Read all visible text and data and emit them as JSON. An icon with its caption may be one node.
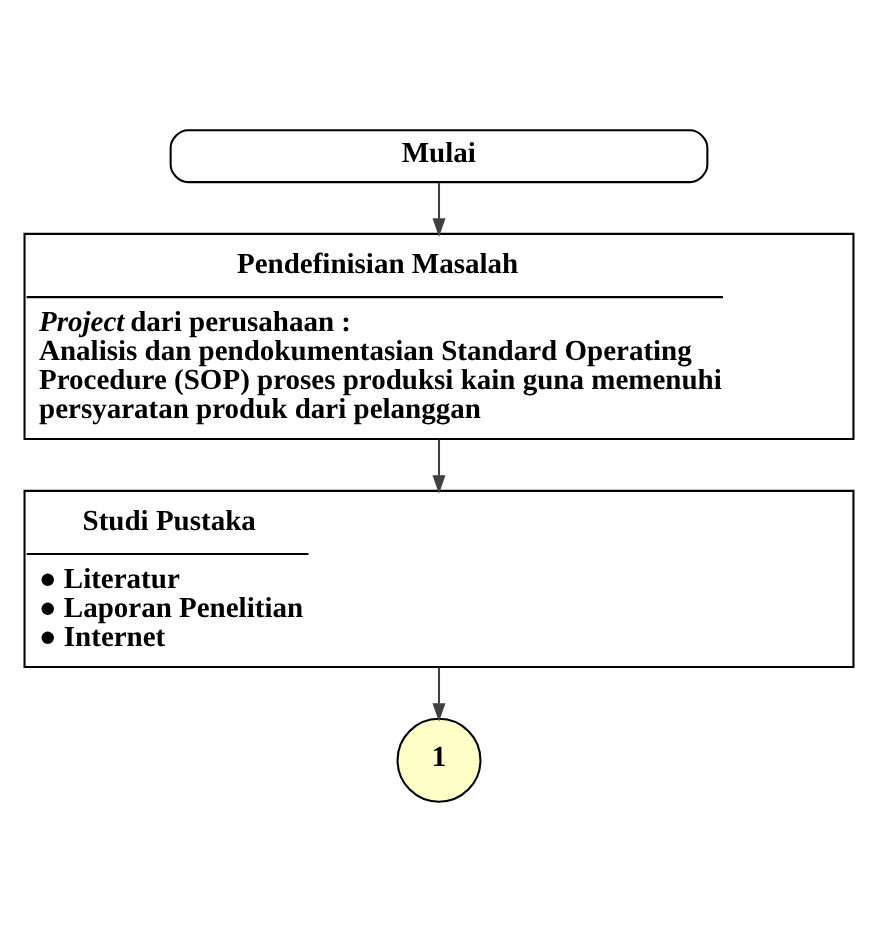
{
  "diagram": {
    "nodes": [
      {
        "text": [
          "Mulai"
        ]
      },
      {
        "text": [
          "Pendefinisian Masalah",
          "*Project* dari perusahaan :",
          "Analisis dan pendokumentasian Standard Operating Procedure (SOP) proses produksi kain guna memenuhi persyaratan produk dari pelanggan"
        ]
      },
      {
        "text": [
          "Studi Pustaka",
          "● Literatur",
          "● Laporan Penelitian",
          "● Internet"
        ]
      },
      {
        "text": [
          "1"
        ]
      }
    ],
    "edges": [
      {
        "from": 0,
        "to": 1,
        "arrow": "to"
      },
      {
        "from": 1,
        "to": 2,
        "arrow": "to"
      },
      {
        "from": 2,
        "to": 3,
        "arrow": "to"
      }
    ]
  }
}
